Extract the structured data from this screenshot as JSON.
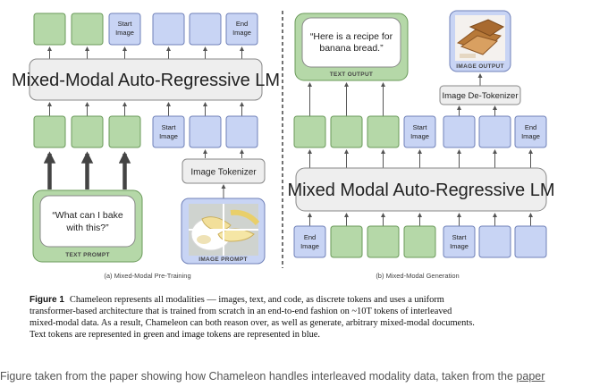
{
  "left_panel": {
    "lm_label": "Mixed-Modal Auto-Regressive LM",
    "start_image_top": "Start\nImage",
    "end_image_top": "End\nImage",
    "start_image_bottom": "Start\nImage",
    "tokenizer_label": "Image Tokenizer",
    "text_prompt_quote": "“What can I bake\nwith this?”",
    "text_prompt_caption": "TEXT PROMPT",
    "image_prompt_caption": "IMAGE PROMPT",
    "subcaption": "(a) Mixed-Modal Pre-Training"
  },
  "right_panel": {
    "lm_label": "Mixed Modal Auto-Regressive LM",
    "text_output_quote": "“Here is a recipe for\nbanana bread.”",
    "text_output_caption": "TEXT OUTPUT",
    "image_output_caption": "IMAGE OUTPUT",
    "detokenizer_label": "Image De-Tokenizer",
    "start_image": "Start\nImage",
    "end_image_top": "End\nImage",
    "end_image_bottom_left": "End\nImage",
    "start_image_bottom": "Start\nImage",
    "subcaption": "(b) Mixed-Modal Generation"
  },
  "figure_caption": {
    "label": "Figure 1",
    "lines": [
      "Chameleon represents all modalities — images, text, and code, as discrete tokens and uses a uniform",
      "transformer-based architecture that is trained from scratch in an end-to-end fashion on ~10T tokens of interleaved",
      "mixed-modal data.  As a result, Chameleon can both reason over, as well as generate, arbitrary mixed-modal documents.",
      "Text tokens are represented in green and image tokens are represented in blue."
    ]
  },
  "footer": {
    "text": "Figure taken from the paper showing how Chameleon handles interleaved modality data, taken from the ",
    "link": "paper"
  },
  "colors": {
    "text_token": "#b5d8a8",
    "text_token_border": "#6a9a5a",
    "image_token": "#c8d4f4",
    "image_token_border": "#6f80b8",
    "lm_box": "#eeeeee"
  },
  "icons": {
    "image_prompt": "bananas-photo-icon",
    "image_output": "banana-bread-photo-icon"
  }
}
